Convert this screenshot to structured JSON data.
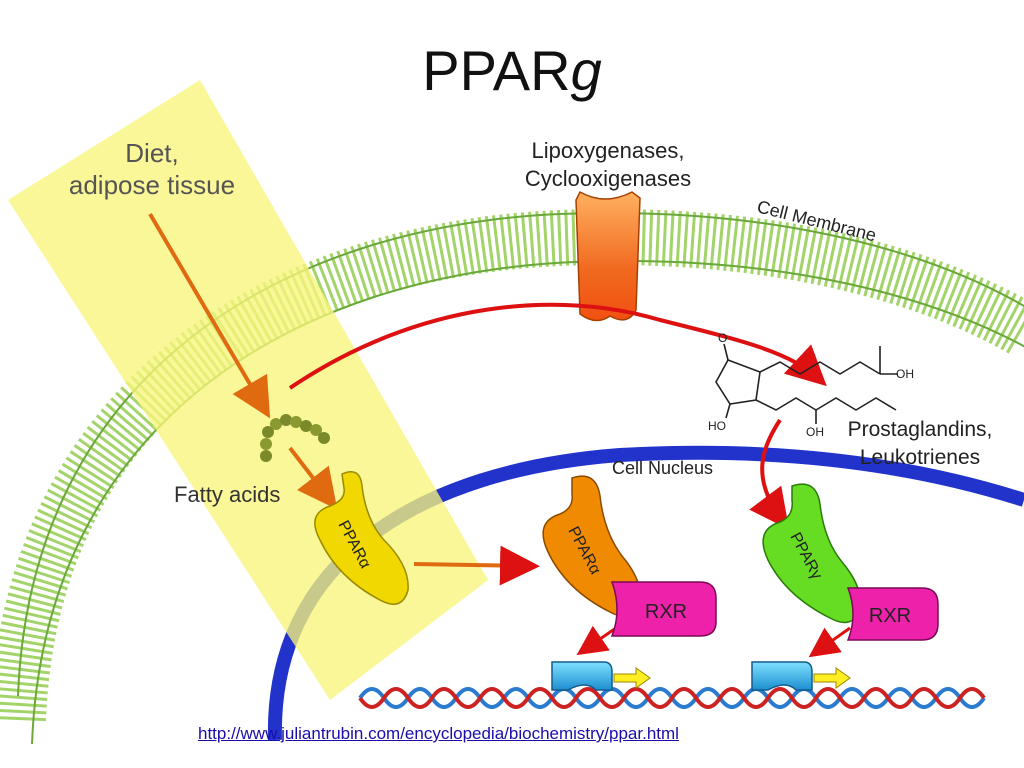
{
  "title": {
    "main": "PPAR",
    "italic": "g"
  },
  "labels": {
    "diet_line1": "Diet,",
    "diet_line2": "adipose tissue",
    "enzymes_line1": "Lipoxygenases,",
    "enzymes_line2": "Cyclooxigenases",
    "cell_membrane": "Cell Membrane",
    "cell_nucleus": "Cell Nucleus",
    "fatty_acids": "Fatty acids",
    "prostaglandins_line1": "Prostaglandins,",
    "prostaglandins_line2": "Leukotrienes",
    "ppar_alpha_1": "PPARα",
    "ppar_alpha_2": "PPARα",
    "ppar_gamma": "PPARγ",
    "rxr_1": "RXR",
    "rxr_2": "RXR",
    "chem_o": "O",
    "chem_oh_top": "OH",
    "chem_oh_left": "HO",
    "chem_oh_bottom": "OH"
  },
  "source_link": "http://www.juliantrubin.com/encyclopedia/biochemistry/ppar.html",
  "colors": {
    "highlight": "#f7f57a",
    "membrane": "#9ccf5a",
    "nucleus": "#2233cc",
    "arrow_red": "#dd1111",
    "arrow_orange": "#e06a10",
    "ppar_alpha_yellow": "#f0d800",
    "ppar_alpha_orange": "#f08a00",
    "ppar_gamma": "#66dd22",
    "rxr": "#ee22aa",
    "receptor_channel": "#f27a2a"
  }
}
